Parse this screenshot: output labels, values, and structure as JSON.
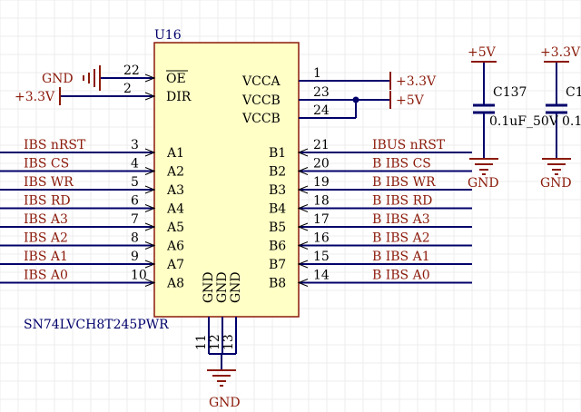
{
  "grid_color": "#ececec",
  "colors": {
    "body_fill": "#ffffc6",
    "body_stroke": "#8b1a0a",
    "wire": "#00006b",
    "net_text": "#8b1a0a",
    "pin_text": "#000000",
    "designator": "#00006b",
    "power": "#8b1a0a",
    "cap_plate": "#00006b"
  },
  "chip": {
    "designator": "U16",
    "part_number": "SN74LVCH8T245PWR",
    "ctrl_pins": [
      {
        "name": "OE",
        "number": "22",
        "net": "GND",
        "overline": true
      },
      {
        "name": "DIR",
        "number": "2",
        "net": "+3.3V",
        "overline": false
      }
    ],
    "a_pins": [
      {
        "name": "A1",
        "number": "3",
        "net": "IBS_nRST"
      },
      {
        "name": "A2",
        "number": "4",
        "net": "IBS_CS"
      },
      {
        "name": "A3",
        "number": "5",
        "net": "IBS_WR"
      },
      {
        "name": "A4",
        "number": "6",
        "net": "IBS_RD"
      },
      {
        "name": "A5",
        "number": "7",
        "net": "IBS_A3"
      },
      {
        "name": "A6",
        "number": "8",
        "net": "IBS_A2"
      },
      {
        "name": "A7",
        "number": "9",
        "net": "IBS_A1"
      },
      {
        "name": "A8",
        "number": "10",
        "net": "IBS_A0"
      }
    ],
    "b_pins": [
      {
        "name": "B1",
        "number": "21",
        "net": "IBUS_nRST"
      },
      {
        "name": "B2",
        "number": "20",
        "net": "B_IBS_CS"
      },
      {
        "name": "B3",
        "number": "19",
        "net": "B_IBS_WR"
      },
      {
        "name": "B4",
        "number": "18",
        "net": "B_IBS_RD"
      },
      {
        "name": "B5",
        "number": "17",
        "net": "B_IBS_A3"
      },
      {
        "name": "B6",
        "number": "16",
        "net": "B_IBS_A2"
      },
      {
        "name": "B7",
        "number": "15",
        "net": "B_IBS_A1"
      },
      {
        "name": "B8",
        "number": "14",
        "net": "B_IBS_A0"
      }
    ],
    "supply_pins": [
      {
        "name": "VCCA",
        "number": "1",
        "net": "+3.3V"
      },
      {
        "name": "VCCB",
        "number": "23",
        "net": "+5V"
      },
      {
        "name": "VCCB",
        "number": "24",
        "net": ""
      }
    ],
    "gnd_pins": [
      {
        "name": "GND",
        "number": "11"
      },
      {
        "name": "GND",
        "number": "12"
      },
      {
        "name": "GND",
        "number": "13"
      }
    ],
    "gnd_net": "GND"
  },
  "capacitors": [
    {
      "designator": "C137",
      "value": "0.1uF_50V",
      "power": "+5V",
      "ground": "GND"
    },
    {
      "designator": "C1",
      "value": "0.1",
      "power": "+3.3V",
      "ground": "GND"
    }
  ]
}
